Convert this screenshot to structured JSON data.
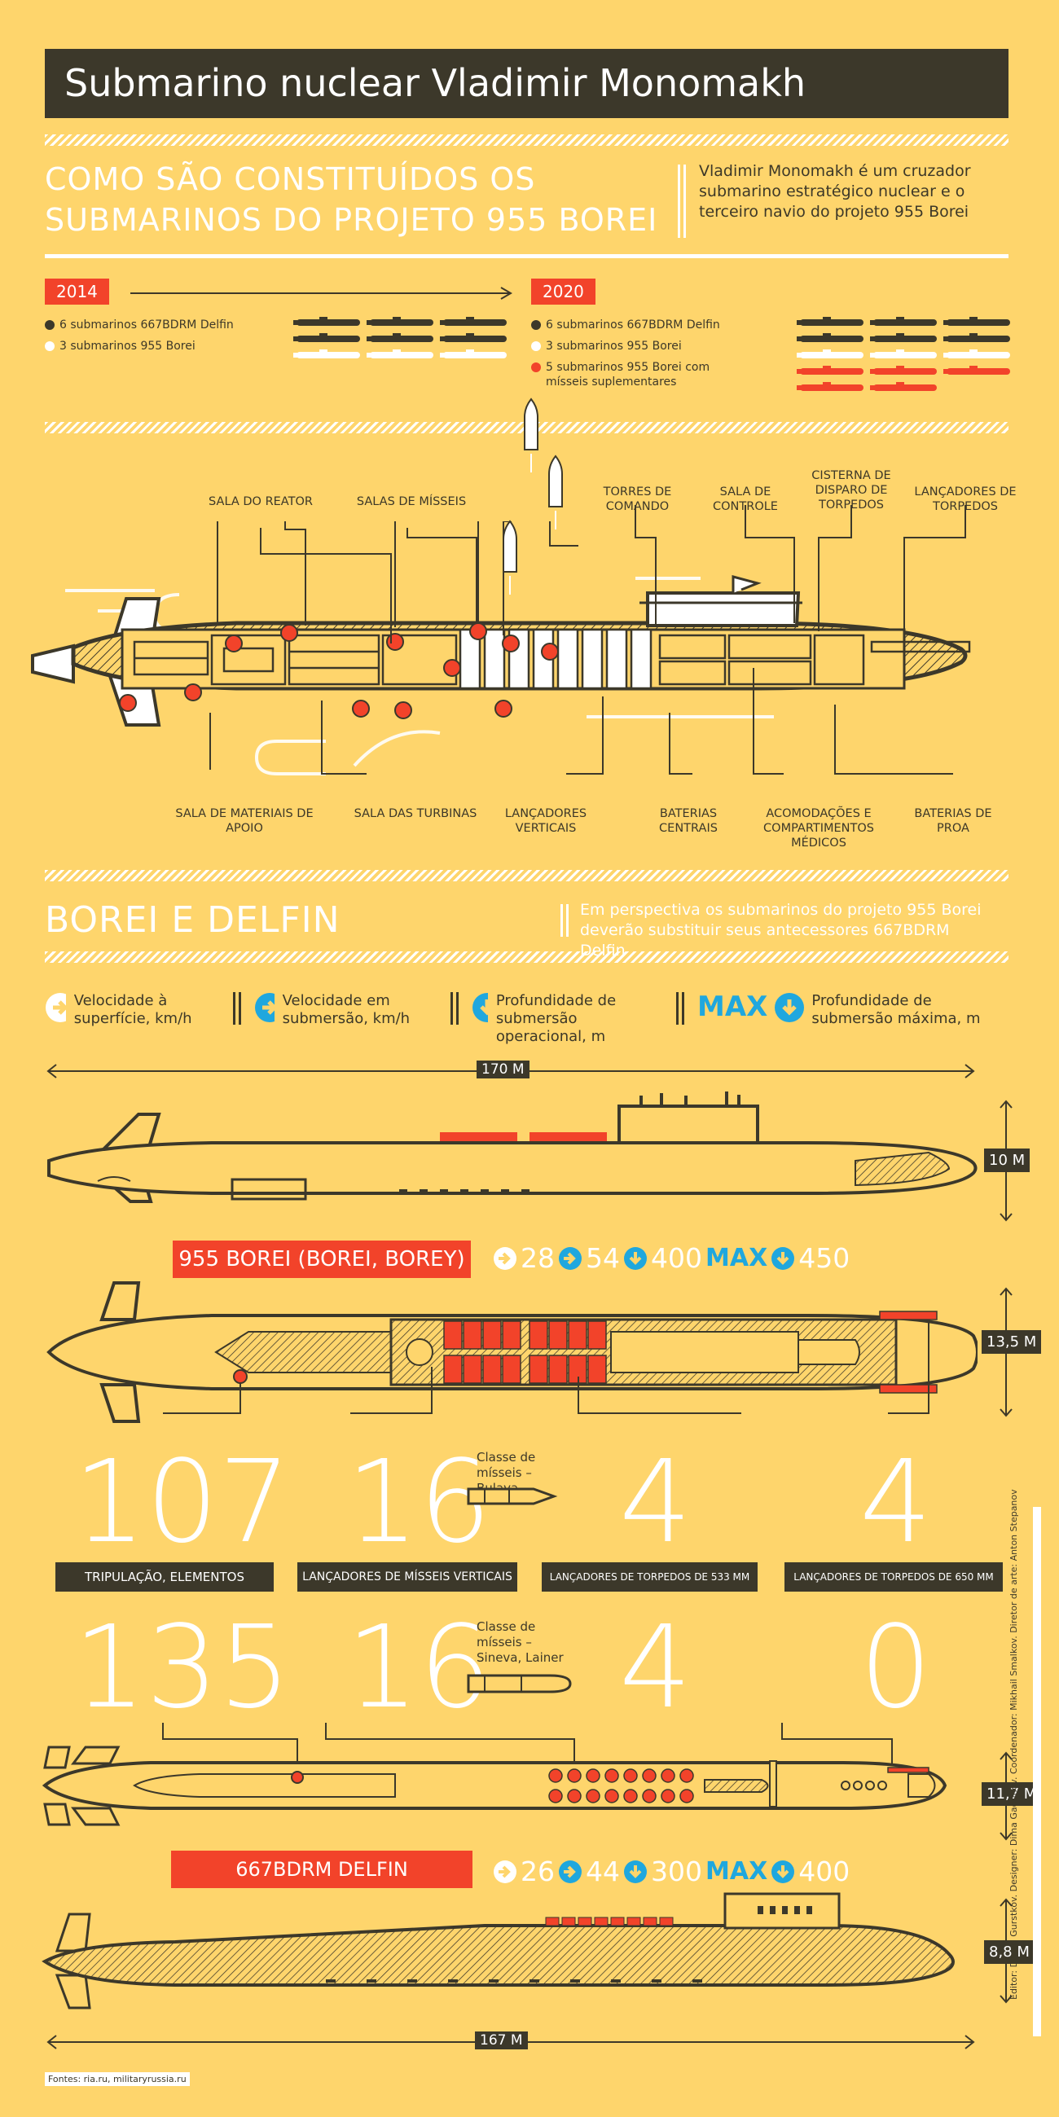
{
  "header": {
    "title": "Submarino nuclear Vladimir Monomakh"
  },
  "intro": {
    "heading_line1": "Como são constituídos os",
    "heading_line2": "submarinos do projeto 955 Borei",
    "text": "Vladimir Monomakh é um cruzador submarino estratégico nuclear e o terceiro navio do projeto 955 Borei"
  },
  "timeline": {
    "year_a": "2014",
    "year_b": "2020",
    "a_items": [
      "6 submarinos 667BDRM Delfin",
      "3 submarinos 955 Borei"
    ],
    "b_items": [
      "6 submarinos 667BDRM Delfin",
      "3 submarinos 955 Borei",
      "5 submarinos 955 Borei com mísseis suplementares"
    ],
    "colors": {
      "delfin": "#3c382a",
      "borei": "#ffffff",
      "extra": "#f2432a"
    }
  },
  "sections_top": [
    "Sala do reator",
    "Salas de mísseis",
    "Torres de comando",
    "Sala de controle",
    "Cisterna de disparo de torpedos",
    "Lançadores de torpedos"
  ],
  "sections_bottom": [
    "Sala de materiais de apoio",
    "Sala das turbinas",
    "Lançadores verticais",
    "Baterias centrais",
    "Acomodações e compartimentos médicos",
    "Baterias de proa"
  ],
  "compare": {
    "heading": "Borei e Delfin",
    "text": "Em perspectiva os submarinos do projeto 955 Borei deverão substituir seus antecessores 667BDRM Delfin",
    "legend": [
      "Velocidade à superfície, km/h",
      "Velocidade em submersão, km/h",
      "Profundidade de submersão operacional, m",
      "Profundidade de submersão máxima, m"
    ],
    "max_label": "MAX"
  },
  "borei": {
    "name": "955 BOREI (BOREI, BOREY)",
    "length": "170 M",
    "height": "10 M",
    "width": "13,5 M",
    "speed_surface": "28",
    "speed_sub": "54",
    "depth_op": "400",
    "depth_max": "450",
    "crew": "107",
    "vertical_launchers": "16",
    "torpedo_533": "4",
    "torpedo_650": "4",
    "missile_class": "Classe de mísseis – Bulava"
  },
  "stat_labels": [
    "Tripulação, elementos",
    "Lançadores de mísseis verticais",
    "Lançadores de torpedos de 533 mm",
    "Lançadores de torpedos de 650 mm"
  ],
  "delfin": {
    "name": "667BDRM DELFIN",
    "length": "167 M",
    "height": "8,8 M",
    "width": "11,7 M",
    "speed_surface": "26",
    "speed_sub": "44",
    "depth_op": "300",
    "depth_max": "400",
    "crew": "135",
    "vertical_launchers": "16",
    "torpedo_533": "4",
    "torpedo_650": "0",
    "missile_class": "Classe de mísseis – Sineva, Lainer"
  },
  "credits": "Editor: Dmitri Gurstkov. Designer: Dima Gadunov. Coordenador: Mikhail Smalkov. Diretor de arte: Anton Stepanov",
  "sources": "Fontes: ria.ru, militaryrussia.ru",
  "colors": {
    "accent": "#f2432a",
    "dark": "#3c382a",
    "bg": "#fed56c",
    "blue": "#1fa7de"
  }
}
